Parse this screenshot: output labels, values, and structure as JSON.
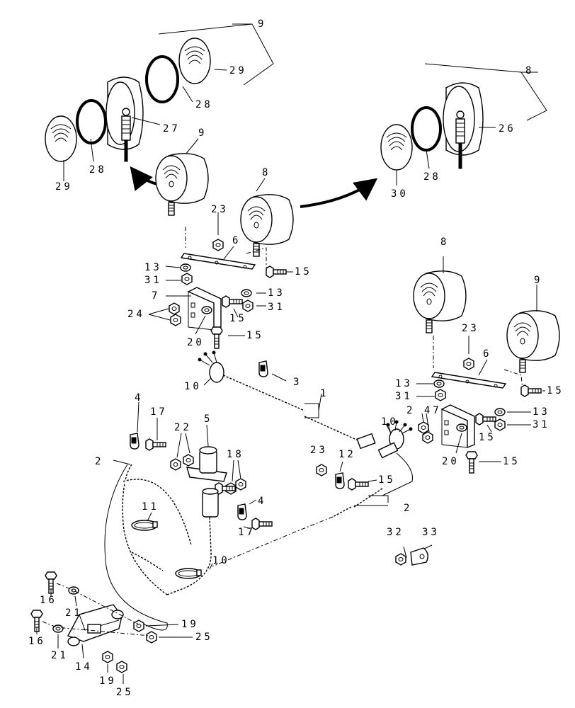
{
  "callouts": {
    "c9_top": "9",
    "c29_a": "29",
    "c28_a": "28",
    "c27": "27",
    "c28_b": "28",
    "c29_b": "29",
    "c9_lamp": "9",
    "c8_top": "8",
    "c26": "26",
    "c28_c": "28",
    "c30": "30",
    "c8_lamp": "8",
    "c23_a": "23",
    "c6_a": "6",
    "c13_a": "13",
    "c31_a": "31",
    "c15_a": "15",
    "c7": "7",
    "c13_b": "13",
    "c24": "24",
    "c31_b": "31",
    "c15_b": "15",
    "c20_a": "20",
    "c15_c": "15",
    "c10_a": "10",
    "c3": "3",
    "c1": "1",
    "c8_right": "8",
    "c9_right": "9",
    "c23_b": "23",
    "c6_b": "6",
    "c13_c": "13",
    "c31_c": "31",
    "c15_d": "15",
    "c2_47": "2 47",
    "c13_d": "13",
    "c31_d": "31",
    "c15_e": "15",
    "c20_b": "20",
    "c15_f": "15",
    "c4_a": "4",
    "c17_a": "17",
    "c22": "22",
    "c5": "5",
    "c18": "18",
    "c2_a": "2",
    "c11": "11",
    "c4_b": "4",
    "c17_b": "17",
    "c10_b": "10",
    "c23_c": "23",
    "c12": "12",
    "c15_g": "15",
    "c10_c": "10",
    "c2_b": "2",
    "c32": "32",
    "c33": "33",
    "c16_a": "16",
    "c21_a": "21",
    "c16_b": "16",
    "c21_b": "21",
    "c14": "14",
    "c19_a": "19",
    "c25_a": "25",
    "c19_b": "19",
    "c25_b": "25"
  }
}
